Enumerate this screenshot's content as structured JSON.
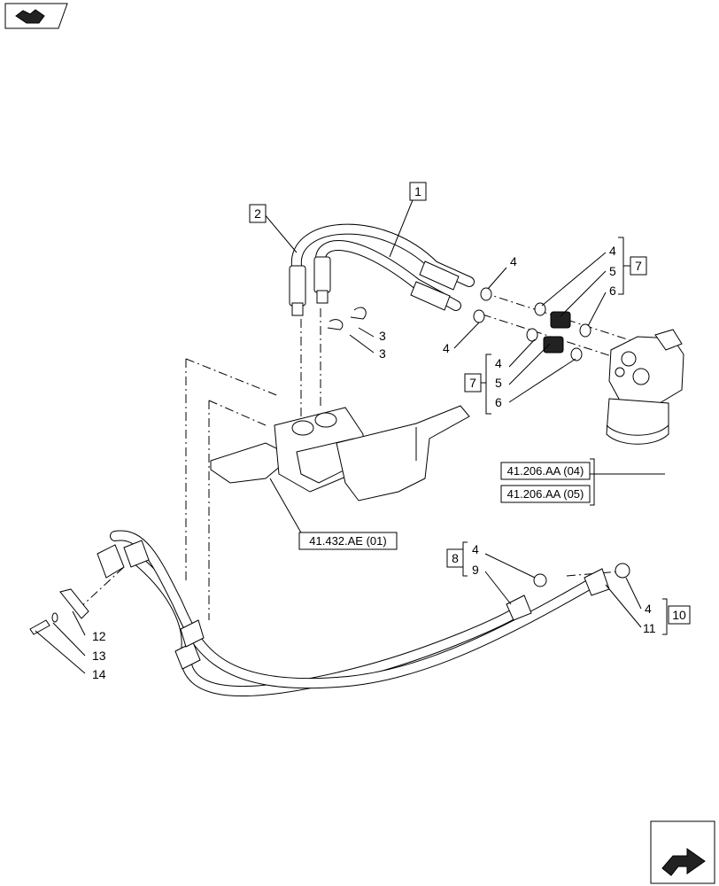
{
  "refs": {
    "r1": "1",
    "r2": "2",
    "r3a": "3",
    "r3b": "3",
    "r4_top": "4",
    "r4_left": "4",
    "r4_g1": "4",
    "r5_g1": "5",
    "r6_g1": "6",
    "r7_g1": "7",
    "r4_g2": "4",
    "r5_g2": "5",
    "r6_g2": "6",
    "r7_g2": "7",
    "r4_g3": "4",
    "r9": "9",
    "r8": "8",
    "r4_g4": "4",
    "r11": "11",
    "r10": "10",
    "r12": "12",
    "r13": "13",
    "r14": "14"
  },
  "xrefs": {
    "valve": "41.432.AE (01)",
    "steer1": "41.206.AA (04)",
    "steer2": "41.206.AA (05)"
  },
  "icons": {
    "top_left": "book-arrow-icon",
    "bottom_right": "next-page-arrow-icon"
  }
}
